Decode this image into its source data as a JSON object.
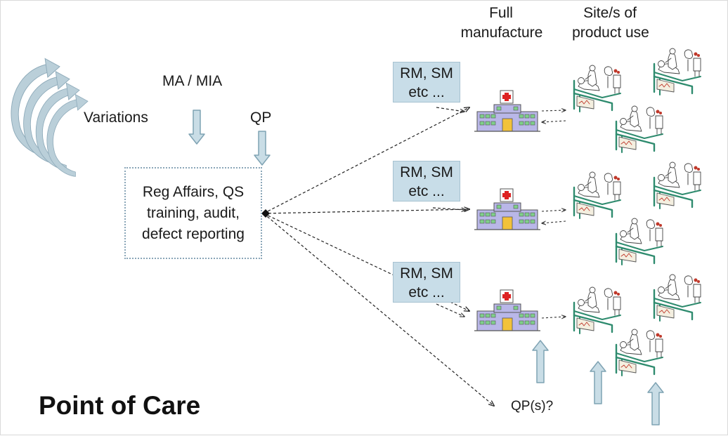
{
  "labels": {
    "full_manufacture": "Full\nmanufacture",
    "sites_of_use": "Site/s of\nproduct use",
    "ma_mia": "MA / MIA",
    "qp": "QP",
    "variations": "Variations",
    "center_box": "Reg Affairs, QS\ntraining, audit,\ndefect reporting",
    "qps": "QP(s)?",
    "title": "Point of Care"
  },
  "rm_boxes": [
    "RM, SM\netc ...",
    "RM, SM\netc ...",
    "RM, SM\netc ..."
  ],
  "colors": {
    "arrow_fill": "#c9dde6",
    "arrow_stroke": "#7fa3b3",
    "box_fill": "#c8dde8",
    "dotted_border": "#8aa6b8",
    "hospital_body": "#b9b7e8",
    "bed_green": "#2e8b6e"
  },
  "icons": [
    "curved-arrows-icon",
    "hospital-building-icon",
    "hospital-bed-patient-icon",
    "up-arrow-icon",
    "down-arrow-icon"
  ]
}
